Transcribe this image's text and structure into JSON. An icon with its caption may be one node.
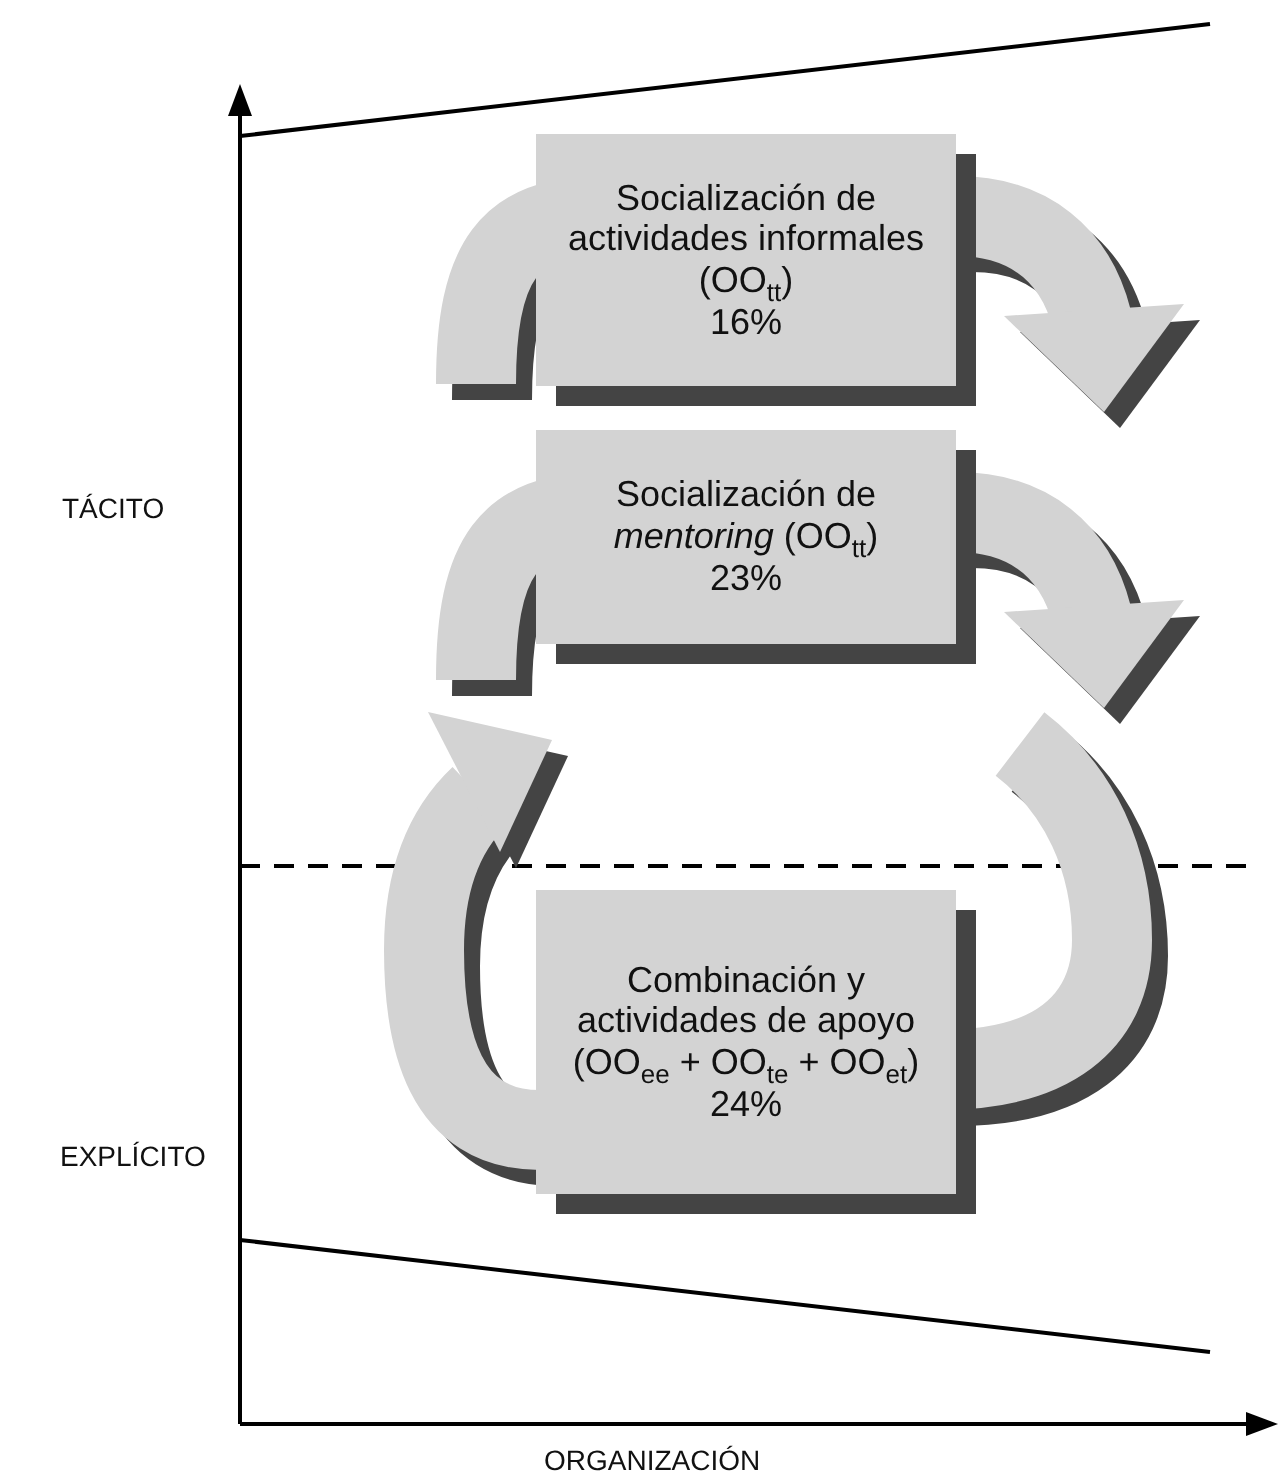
{
  "diagram": {
    "nodes": [
      {
        "text": [
          "Socialización de actividades informales (OO$_{tt}$)",
          "16%"
        ]
      },
      {
        "text": [
          "Socialización de *mentoring* (OO$_{tt}$)",
          "23%"
        ]
      },
      {
        "text": [
          "Combinación y actividades de apoyo (OO$_{ee}$ + OO$_{te}$ + OO$_{et}$)",
          "24%"
        ]
      }
    ],
    "labels": [
      "TÁCITO",
      "EXPLÍCITO",
      "ORGANIZACIÓN"
    ]
  }
}
